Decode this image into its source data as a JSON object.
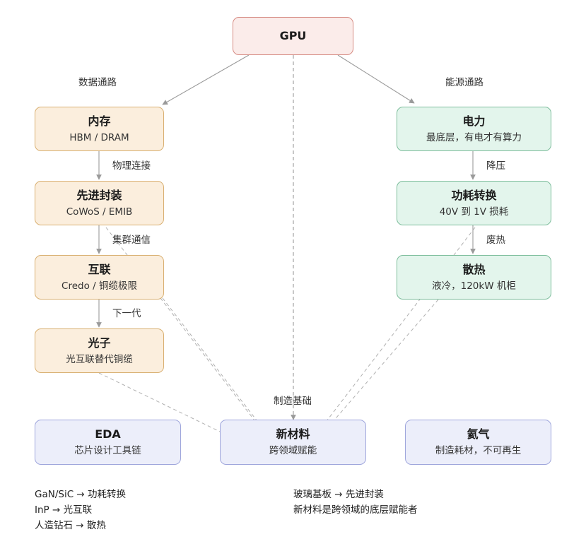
{
  "gpu": {
    "title": "GPU"
  },
  "section_labels": {
    "data_path": "数据通路",
    "power_path": "能源通路",
    "foundation": "制造基础"
  },
  "data_nodes": [
    {
      "title": "内存",
      "subtitle": "HBM / DRAM"
    },
    {
      "title": "先进封装",
      "subtitle": "CoWoS / EMIB"
    },
    {
      "title": "互联",
      "subtitle": "Credo / 铜缆极限"
    },
    {
      "title": "光子",
      "subtitle": "光互联替代铜缆"
    }
  ],
  "data_edges": [
    "物理连接",
    "集群通信",
    "下一代"
  ],
  "power_nodes": [
    {
      "title": "电力",
      "subtitle": "最底层，有电才有算力"
    },
    {
      "title": "功耗转换",
      "subtitle": "40V 到 1V 损耗"
    },
    {
      "title": "散热",
      "subtitle": "液冷，120kW 机柜"
    }
  ],
  "power_edges": [
    "降压",
    "废热"
  ],
  "bottom_nodes": [
    {
      "title": "EDA",
      "subtitle": "芯片设计工具链"
    },
    {
      "title": "新材料",
      "subtitle": "跨领域赋能"
    },
    {
      "title": "氦气",
      "subtitle": "制造耗材，不可再生"
    }
  ],
  "notes_left": [
    "GaN/SiC → 功耗转换",
    "InP → 光互联",
    "人造钻石 → 散热"
  ],
  "notes_right": [
    "玻璃基板 → 先进封装",
    "新材料是跨领域的底层赋能者"
  ],
  "colors": {
    "gpu_fill": "#fbecea",
    "gpu_border": "#d68b83",
    "data_fill": "#fbeedd",
    "data_border": "#d9b072",
    "power_fill": "#e3f5ec",
    "power_border": "#7dbd9c",
    "material_fill": "#eceefa",
    "material_border": "#9fa6dc",
    "arrow": "#9a9a9a"
  }
}
